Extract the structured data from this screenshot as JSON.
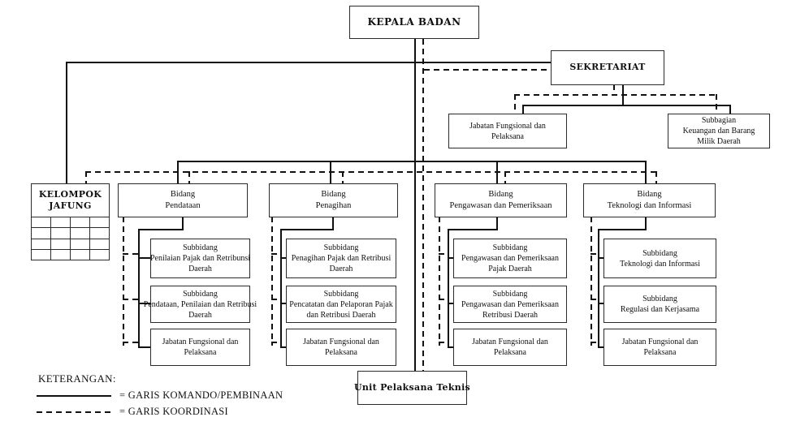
{
  "nodes": {
    "kepala_badan": "KEPALA BADAN",
    "sekretariat": "SEKRETARIAT",
    "sekretariat_children": {
      "jabatan_fungsional": "Jabatan Fungsional dan\nPelaksana",
      "subbagian_keuangan": "Subbagian\nKeuangan dan Barang\nMilik Daerah"
    },
    "kelompok_jafung": "KELOMPOK\nJAFUNG",
    "unit_pelaksana_teknis": "Unit Pelaksana Teknis"
  },
  "columns": [
    {
      "title": "Bidang\nPendataan",
      "children": [
        "Subbidang\nPenilaian Pajak dan Retribunsi\nDaerah",
        "Subbidang\nPendataan, Penilaian dan Retribusi\nDaerah",
        "Jabatan Fungsional dan\nPelaksana"
      ]
    },
    {
      "title": "Bidang\nPenagihan",
      "children": [
        "Subbidang\nPenagihan Pajak dan Retribusi\nDaerah",
        "Subbidang\nPencatatan dan Pelaporan Pajak\ndan Retribusi Daerah",
        "Jabatan Fungsional dan\nPelaksana"
      ]
    },
    {
      "title": "Bidang\nPengawasan dan Pemeriksaan",
      "children": [
        "Subbidang\nPengawasan dan Pemeriksaan\nPajak Daerah",
        "Subbidang\nPengawasan dan Pemeriksaan\nRetribusi Daerah",
        "Jabatan Fungsional dan\nPelaksana"
      ]
    },
    {
      "title": "Bidang\nTeknologi dan Informasi",
      "children": [
        "Subbidang\nTeknologi dan Informasi",
        "Subbidang\nRegulasi dan Kerjasama",
        "Jabatan Fungsional dan\nPelaksana"
      ]
    }
  ],
  "legend": {
    "title": "KETERANGAN:",
    "komando": "= GARIS KOMANDO/PEMBINAAN",
    "koordinasi": "= GARIS KOORDINASI"
  },
  "colors": {
    "line": "#111111",
    "border": "#2b2b2b",
    "background": "#ffffff",
    "text": "#111111"
  }
}
